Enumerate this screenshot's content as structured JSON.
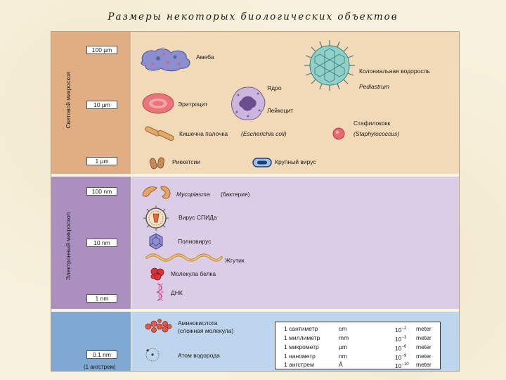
{
  "title": "Размеры некоторых биологических объектов",
  "bands": {
    "light": {
      "label": "Световой микроскоп"
    },
    "electron": {
      "label": "Электронный микроскоп"
    }
  },
  "scale_marks": [
    "100 µm",
    "10 µm",
    "1 µm",
    "100 nm",
    "10 nm",
    "1 nm",
    "0.1 nm"
  ],
  "scale_note": "(1 ангстрем)",
  "objects": {
    "amoeba": "Амеба",
    "colonial_alga": "Колониальная водоросль",
    "pediastrum": "Pediastrum",
    "nucleus": "Ядро",
    "erythrocyte": "Эритроцит",
    "leukocyte": "Лейкоцит",
    "staphylococcus": "Стафилококк",
    "staphylococcus_latin": "(Staphylococcus)",
    "e_coli": "Кишечна палочка",
    "e_coli_latin": "(Escherichia coli)",
    "rickettsia": "Риккетсии",
    "large_virus": "Крупный вирус",
    "mycoplasma": "Mycoplasma",
    "mycoplasma_note": "(бактерия)",
    "hiv": "Вирус СПИДа",
    "poliovirus": "Полиовирус",
    "flagellum": "Жгутик",
    "protein": "Молекула белка",
    "dna": "ДНК",
    "amino_acid": "Аминокислота",
    "amino_acid_note": "(сложная молекула)",
    "hydrogen": "Атом водорода"
  },
  "units": [
    {
      "name": "1 сантиметр",
      "abbr": "cm",
      "base": "10",
      "exp": "−2",
      "unit": "meter"
    },
    {
      "name": "1 миллиметр",
      "abbr": "mm",
      "base": "10",
      "exp": "−3",
      "unit": "meter"
    },
    {
      "name": "1 микрометр",
      "abbr": "µm",
      "base": "10",
      "exp": "−6",
      "unit": "meter"
    },
    {
      "name": "1 нанометр",
      "abbr": "nm",
      "base": "10",
      "exp": "−9",
      "unit": "meter"
    },
    {
      "name": "1 ангстрем",
      "abbr": "Å",
      "base": "10",
      "exp": "−10",
      "unit": "meter"
    }
  ],
  "colors": {
    "light_strip": "#e1ad83",
    "light_bg": "#f2d9b8",
    "electron_strip": "#aa8fbf",
    "electron_bg": "#dccde6",
    "atomic_strip": "#7fa9d2",
    "atomic_bg": "#bdd6ee"
  }
}
